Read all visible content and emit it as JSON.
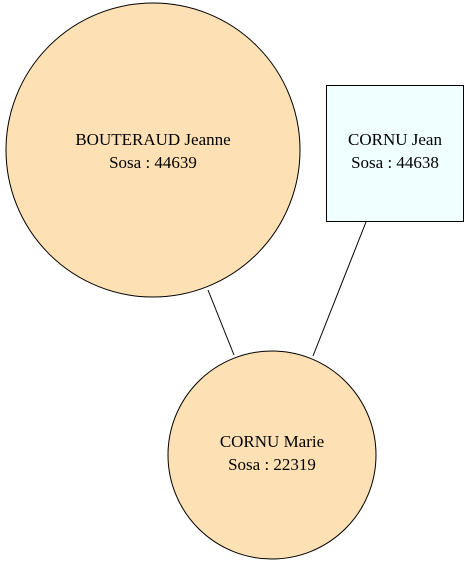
{
  "colors": {
    "female_fill": "#fde0b4",
    "male_fill": "#f0ffff",
    "stroke": "#000000",
    "background": "#ffffff"
  },
  "nodes": {
    "bouteraud_jeanne": {
      "name": "BOUTERAUD Jeanne",
      "sosa": "Sosa : 44639",
      "shape": "circle"
    },
    "cornu_jean": {
      "name": "CORNU Jean",
      "sosa": "Sosa : 44638",
      "shape": "box"
    },
    "cornu_marie": {
      "name": "CORNU Marie",
      "sosa": "Sosa : 22319",
      "shape": "circle"
    }
  }
}
